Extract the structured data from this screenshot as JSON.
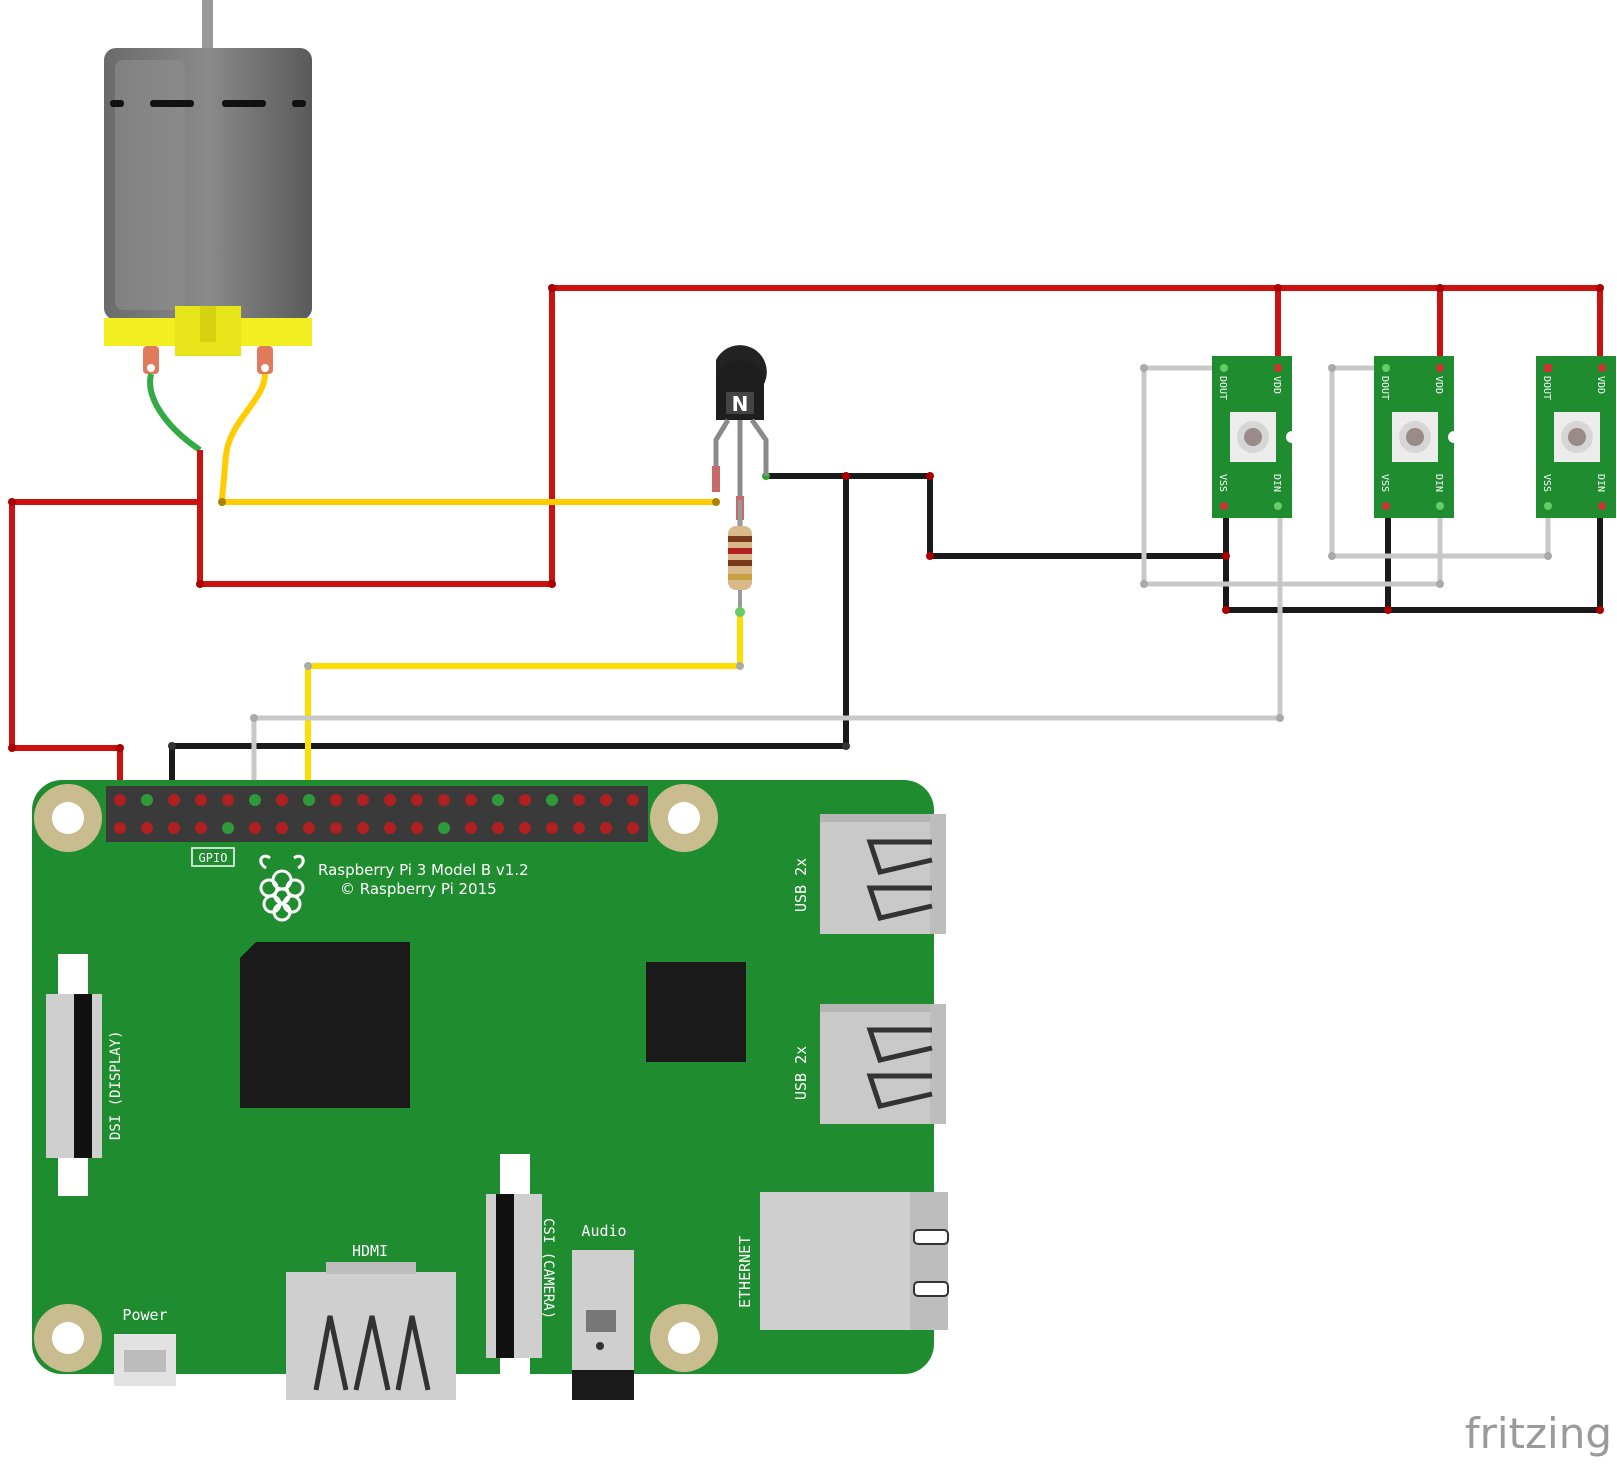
{
  "board": {
    "name": "Raspberry Pi 3 Model B v1.2",
    "copyright": "© Raspberry Pi 2015",
    "gpio_label": "GPIO",
    "usb_label": "USB 2x",
    "dsi_label": "DSI (DISPLAY)",
    "csi_label": "CSI (CAMERA)",
    "hdmi_label": "HDMI",
    "audio_label": "Audio",
    "power_label": "Power",
    "ethernet_label": "ETHERNET",
    "board_color": "#1f8c2f"
  },
  "transistor": {
    "type_letter": "N"
  },
  "leds": {
    "pins": {
      "dout": "DOUT",
      "vdd": "VDD",
      "vss": "VSS",
      "din": "DIN"
    }
  },
  "wire_colors": {
    "power": "#cc1111",
    "ground": "#1a1a1a",
    "signal_yellow": "#ffdd00",
    "data_white": "#c8c8c8",
    "motor_green": "#33aa44",
    "motor_yellow": "#ffcc00"
  },
  "watermark": "fritzing"
}
